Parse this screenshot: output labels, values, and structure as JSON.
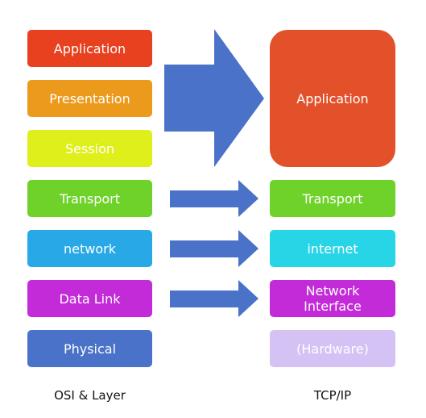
{
  "osi_layers": [
    {
      "label": "Application",
      "color": "#e8411f"
    },
    {
      "label": "Presentation",
      "color": "#ec9a1b"
    },
    {
      "label": "Session",
      "color": "#dfef1b"
    },
    {
      "label": "Transport",
      "color": "#6fd22a"
    },
    {
      "label": "network",
      "color": "#28a8e6"
    },
    {
      "label": "Data Link",
      "color": "#c32ad8"
    },
    {
      "label": "Physical",
      "color": "#4a72c8"
    }
  ],
  "tcp_layers": [
    {
      "label": "Application",
      "color": "#e3512a"
    },
    {
      "label": "Transport",
      "color": "#6fd22a"
    },
    {
      "label": "internet",
      "color": "#27d5e6"
    },
    {
      "label": "Network\nInterface",
      "color": "#c32ad8"
    },
    {
      "label": "(Hardware)",
      "color": "#d4c2f4"
    }
  ],
  "arrow_color": "#4a72c8",
  "captions": {
    "osi": "OSI & Layer",
    "tcp": "TCP/IP"
  }
}
